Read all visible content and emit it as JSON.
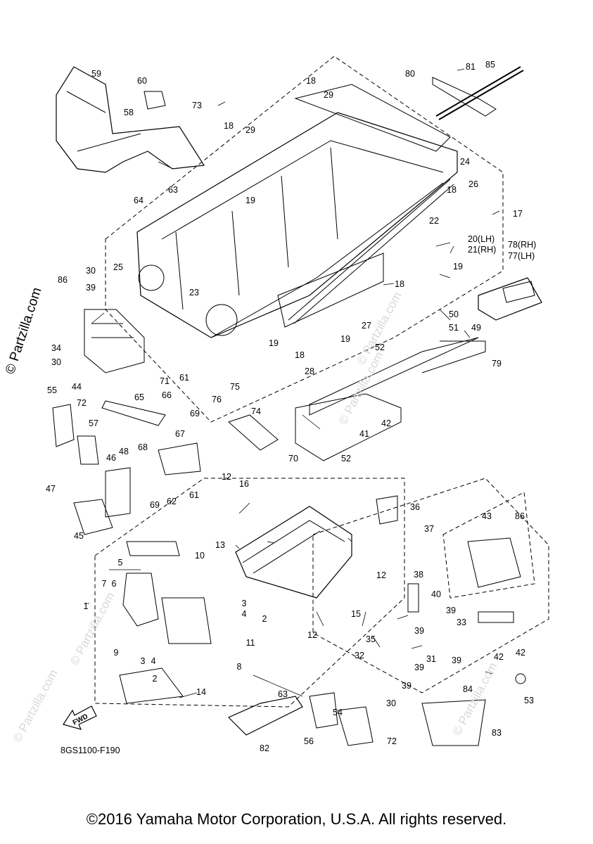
{
  "copyright": "©2016 Yamaha Motor Corporation, U.S.A. All rights reserved.",
  "diagram_code": "8GS1100-F190",
  "fwd_label": "FWD",
  "watermark": "© Partzilla.com",
  "parts": {
    "p1": "1",
    "p2a": "2",
    "p2b": "2",
    "p3a": "3",
    "p3b": "3",
    "p4a": "4",
    "p4b": "4",
    "p5": "5",
    "p6": "6",
    "p7": "7",
    "p8": "8",
    "p9": "9",
    "p10": "10",
    "p11": "11",
    "p12a": "12",
    "p12b": "12",
    "p12c": "12",
    "p13": "13",
    "p14": "14",
    "p15": "15",
    "p16": "16",
    "p17": "17",
    "p18a": "18",
    "p18b": "18",
    "p18c": "18",
    "p18d": "18",
    "p18e": "18",
    "p19a": "19",
    "p19b": "19",
    "p19c": "19",
    "p19d": "19",
    "p20": "20(LH)",
    "p21": "21(RH)",
    "p22": "22",
    "p23": "23",
    "p24": "24",
    "p25": "25",
    "p26": "26",
    "p27": "27",
    "p28": "28",
    "p29a": "29",
    "p29b": "29",
    "p30a": "30",
    "p30b": "30",
    "p30c": "30",
    "p31": "31",
    "p32": "32",
    "p33": "33",
    "p34": "34",
    "p35": "35",
    "p36": "36",
    "p37": "37",
    "p38": "38",
    "p39a": "39",
    "p39b": "39",
    "p39c": "39",
    "p39d": "39",
    "p39e": "39",
    "p39f": "39",
    "p40": "40",
    "p41": "41",
    "p42a": "42",
    "p42b": "42",
    "p42c": "42",
    "p43": "43",
    "p44": "44",
    "p45": "45",
    "p46": "46",
    "p47": "47",
    "p48": "48",
    "p49": "49",
    "p50": "50",
    "p51": "51",
    "p52a": "52",
    "p52b": "52",
    "p53": "53",
    "p54": "54",
    "p55": "55",
    "p56": "56",
    "p57": "57",
    "p58": "58",
    "p59": "59",
    "p60": "60",
    "p61a": "61",
    "p61b": "61",
    "p62": "62",
    "p63a": "63",
    "p63b": "63",
    "p64": "64",
    "p65": "65",
    "p66": "66",
    "p67": "67",
    "p68": "68",
    "p69a": "69",
    "p69b": "69",
    "p70": "70",
    "p71": "71",
    "p72a": "72",
    "p72b": "72",
    "p73": "73",
    "p74": "74",
    "p75": "75",
    "p76": "76",
    "p77": "77(LH)",
    "p78": "78(RH)",
    "p79": "79",
    "p80": "80",
    "p81": "81",
    "p82": "82",
    "p83": "83",
    "p84": "84",
    "p85": "85",
    "p86a": "86",
    "p86b": "86"
  }
}
